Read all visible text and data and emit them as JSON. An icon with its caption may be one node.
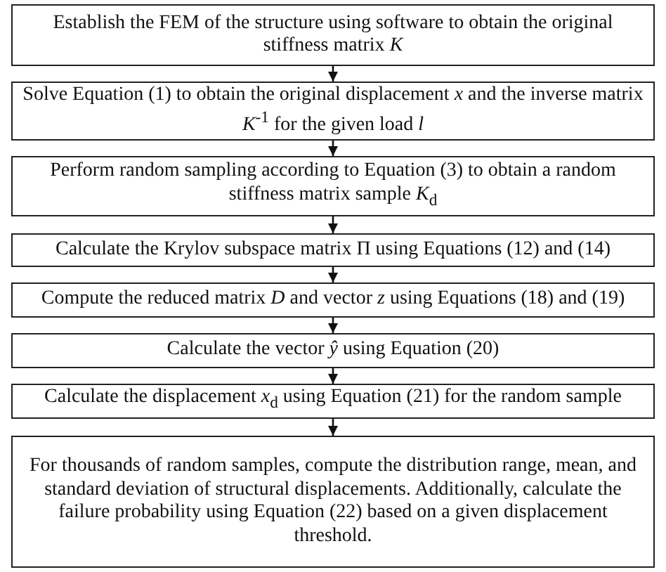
{
  "diagram": {
    "nodes": [
      {
        "text": [
          "Establish the FEM of the structure using software to obtain the original stiffness matrix *K*"
        ]
      },
      {
        "text": [
          "Solve Equation (1) to obtain the original displacement *x* and the inverse matrix *K*$^{-1}$ for the given load *l*"
        ]
      },
      {
        "text": [
          "Perform random sampling according to Equation (3) to obtain a random stiffness matrix sample *K*$_{d}$"
        ]
      },
      {
        "text": [
          "Calculate the Krylov subspace matrix Π using Equations (12) and (14)"
        ]
      },
      {
        "text": [
          "Compute the reduced matrix *D* and vector *z* using Equations (18) and (19)"
        ]
      },
      {
        "text": [
          "Calculate the vector *ŷ* using Equation (20)"
        ]
      },
      {
        "text": [
          "Calculate the displacement *x*$_{d}$ using Equation (21) for the random sample"
        ]
      },
      {
        "text": [
          "For thousands of random samples, compute the distribution range, mean, and standard deviation of structural displacements. Additionally, calculate the failure probability using Equation (22) based on a given displacement threshold."
        ]
      }
    ],
    "edges": [
      {
        "from": 0,
        "to": 1,
        "arrow": "to"
      },
      {
        "from": 1,
        "to": 2,
        "arrow": "to"
      },
      {
        "from": 2,
        "to": 3,
        "arrow": "to"
      },
      {
        "from": 3,
        "to": 4,
        "arrow": "to"
      },
      {
        "from": 4,
        "to": 5,
        "arrow": "to"
      },
      {
        "from": 5,
        "to": 6,
        "arrow": "to"
      },
      {
        "from": 6,
        "to": 7,
        "arrow": "to"
      }
    ]
  }
}
